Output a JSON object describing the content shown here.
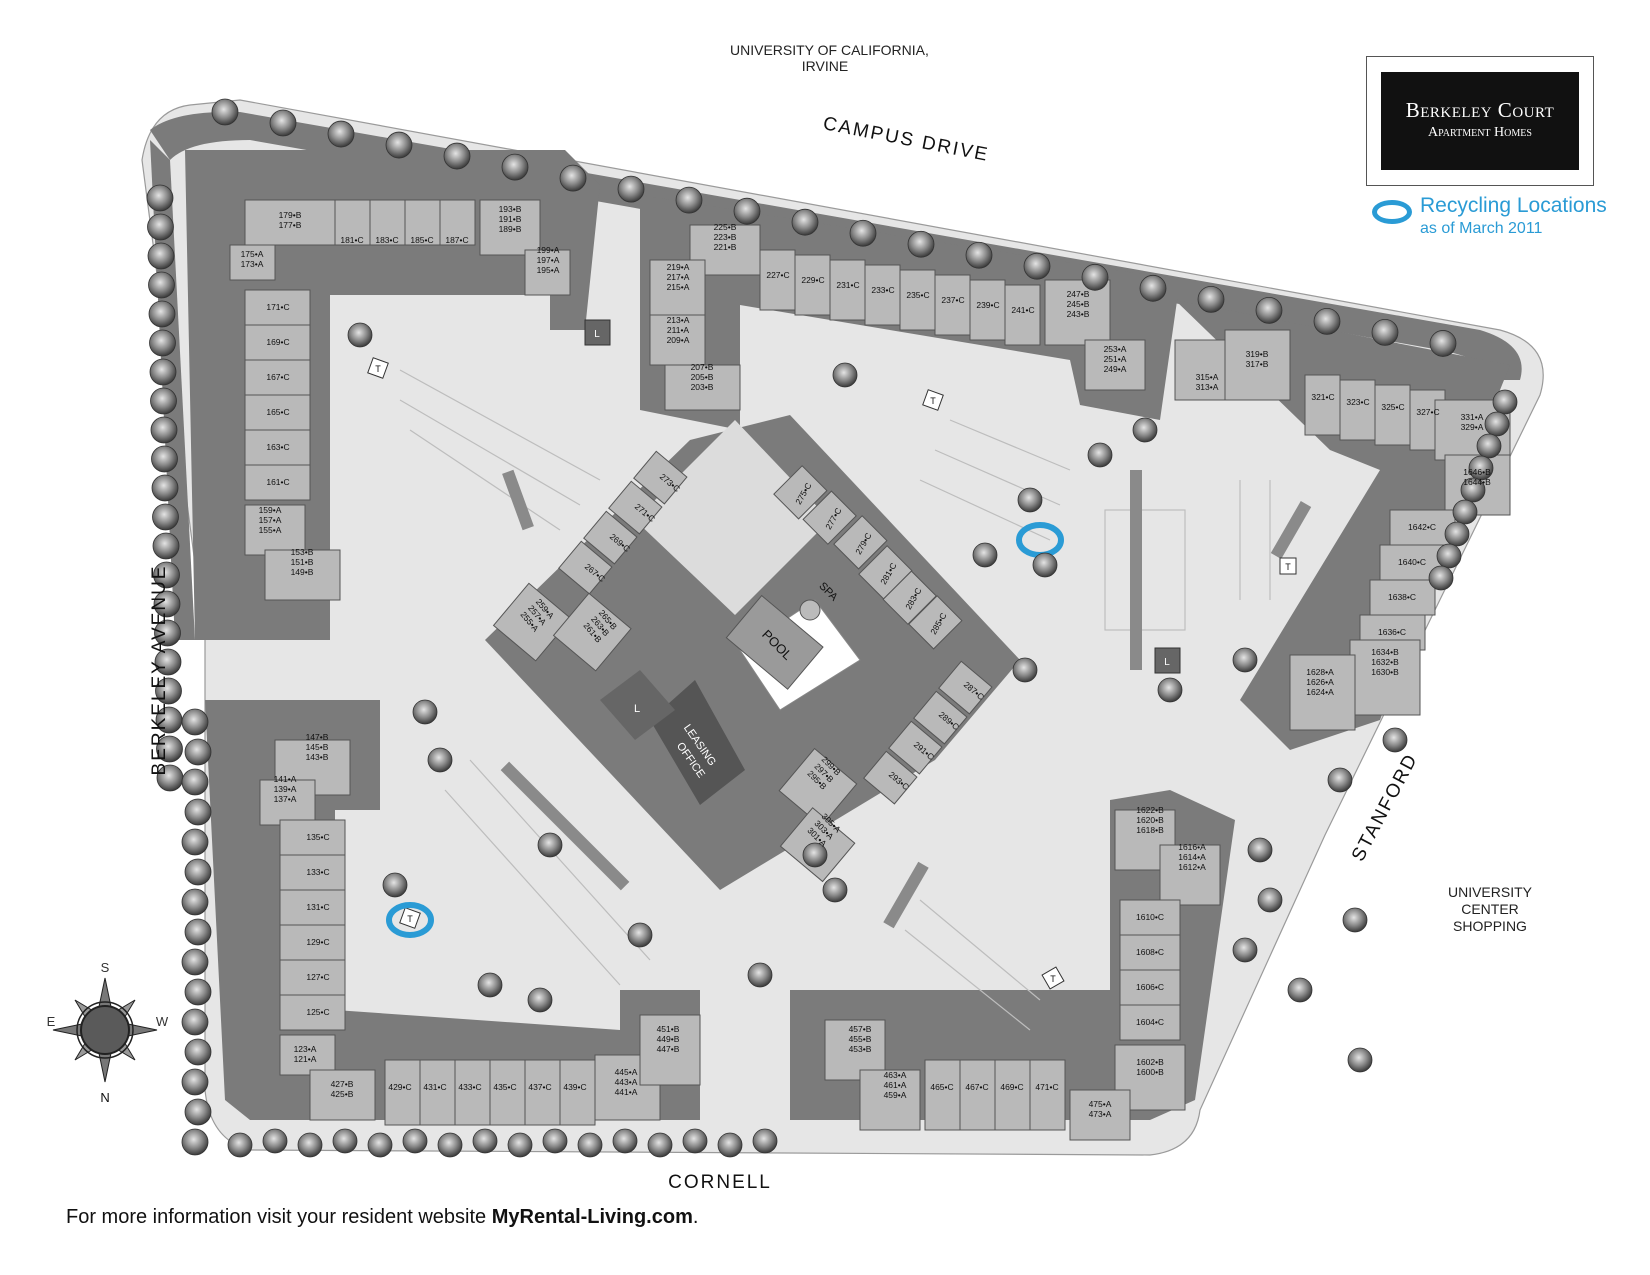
{
  "labels": {
    "university": "UNIVERSITY   OF CALIFORNIA,",
    "university_line2": "IRVINE",
    "campus_drive": "CAMPUS DRIVE",
    "berkeley_avenue": "BERKELEY AVENUE",
    "stanford": "STANFORD",
    "cornell": "CORNELL",
    "shopping_line1": "UNIVERSITY",
    "shopping_line2": "CENTER",
    "shopping_line3": "SHOPPING",
    "pool": "POOL",
    "spa": "SPA",
    "leasing_line1": "LEASING",
    "leasing_line2": "OFFICE",
    "laundry": "L",
    "trash": "T"
  },
  "logo": {
    "title": "Berkeley Court",
    "subtitle": "Apartment Homes"
  },
  "legend": {
    "title": "Recycling Locations",
    "date": "as of March 2011",
    "ring_color": "#2a9bd5"
  },
  "compass": {
    "top": "S",
    "bottom": "N",
    "left": "E",
    "right": "W"
  },
  "footer": {
    "prefix": "For more information visit your resident website ",
    "site": "MyRental-Living.com",
    "suffix": "."
  },
  "units": {
    "b179": [
      "179•B",
      "177•B"
    ],
    "b175": [
      "175•A",
      "173•A"
    ],
    "b181": [
      "181•C"
    ],
    "b183": [
      "183•C"
    ],
    "b185": [
      "185•C"
    ],
    "b187": [
      "187•C"
    ],
    "b193": [
      "193•B",
      "191•B",
      "189•B"
    ],
    "b199": [
      "199•A",
      "197•A",
      "195•A"
    ],
    "b171": [
      "171•C"
    ],
    "b169": [
      "169•C"
    ],
    "b167": [
      "167•C"
    ],
    "b165": [
      "165•C"
    ],
    "b163": [
      "163•C"
    ],
    "b161": [
      "161•C"
    ],
    "b159": [
      "159•A",
      "157•A",
      "155•A"
    ],
    "b153": [
      "153•B",
      "151•B",
      "149•B"
    ],
    "b225": [
      "225•B",
      "223•B",
      "221•B"
    ],
    "b219": [
      "219•A",
      "217•A",
      "215•A"
    ],
    "b213": [
      "213•A",
      "211•A",
      "209•A"
    ],
    "b207": [
      "207•B",
      "205•B",
      "203•B"
    ],
    "b227": [
      "227•C"
    ],
    "b229": [
      "229•C"
    ],
    "b231": [
      "231•C"
    ],
    "b233": [
      "233•C"
    ],
    "b235": [
      "235•C"
    ],
    "b237": [
      "237•C"
    ],
    "b239": [
      "239•C"
    ],
    "b241": [
      "241•C"
    ],
    "b247": [
      "247•B",
      "245•B",
      "243•B"
    ],
    "b253": [
      "253•A",
      "251•A",
      "249•A"
    ],
    "b315": [
      "315•A",
      "313•A"
    ],
    "b319": [
      "319•B",
      "317•B"
    ],
    "b321": [
      "321•C"
    ],
    "b323": [
      "323•C"
    ],
    "b325": [
      "325•C"
    ],
    "b327": [
      "327•C"
    ],
    "b331": [
      "331•A",
      "329•A"
    ],
    "b1646": [
      "1646•B",
      "1644•B"
    ],
    "b1642": [
      "1642•C"
    ],
    "b1640": [
      "1640•C"
    ],
    "b1638": [
      "1638•C"
    ],
    "b1636": [
      "1636•C"
    ],
    "b1634": [
      "1634•B",
      "1632•B",
      "1630•B"
    ],
    "b1628": [
      "1628•A",
      "1626•A",
      "1624•A"
    ],
    "b273": [
      "273•C"
    ],
    "b271": [
      "271•C"
    ],
    "b269": [
      "269•C"
    ],
    "b267": [
      "267•C"
    ],
    "b259": [
      "259•A",
      "257•A",
      "255•A"
    ],
    "b265": [
      "265•B",
      "263•B",
      "261•B"
    ],
    "b275": [
      "275•C"
    ],
    "b277": [
      "277•C"
    ],
    "b279": [
      "279•C"
    ],
    "b281": [
      "281•C"
    ],
    "b283": [
      "283•C"
    ],
    "b285": [
      "285•C"
    ],
    "b287": [
      "287•C"
    ],
    "b289": [
      "289•C"
    ],
    "b291": [
      "291•C"
    ],
    "b293": [
      "293•C"
    ],
    "b299": [
      "299•B",
      "297•B",
      "295•B"
    ],
    "b305": [
      "305•A",
      "303•A",
      "301•A"
    ],
    "b147": [
      "147•B",
      "145•B",
      "143•B"
    ],
    "b141": [
      "141•A",
      "139•A",
      "137•A"
    ],
    "b135": [
      "135•C"
    ],
    "b133": [
      "133•C"
    ],
    "b131": [
      "131•C"
    ],
    "b129": [
      "129•C"
    ],
    "b127": [
      "127•C"
    ],
    "b125": [
      "125•C"
    ],
    "b123": [
      "123•A",
      "121•A"
    ],
    "b427": [
      "427•B",
      "425•B"
    ],
    "b429": [
      "429•C"
    ],
    "b431": [
      "431•C"
    ],
    "b433": [
      "433•C"
    ],
    "b435": [
      "435•C"
    ],
    "b437": [
      "437•C"
    ],
    "b439": [
      "439•C"
    ],
    "b445": [
      "445•A",
      "443•A",
      "441•A"
    ],
    "b451": [
      "451•B",
      "449•B",
      "447•B"
    ],
    "b1622": [
      "1622•B",
      "1620•B",
      "1618•B"
    ],
    "b1616": [
      "1616•A",
      "1614•A",
      "1612•A"
    ],
    "b1610": [
      "1610•C"
    ],
    "b1608": [
      "1608•C"
    ],
    "b1606": [
      "1606•C"
    ],
    "b1604": [
      "1604•C"
    ],
    "b1602": [
      "1602•B",
      "1600•B"
    ],
    "b475": [
      "475•A",
      "473•A"
    ],
    "b457": [
      "457•B",
      "455•B",
      "453•B"
    ],
    "b463": [
      "463•A",
      "461•A",
      "459•A"
    ],
    "b465": [
      "465•C"
    ],
    "b467": [
      "467•C"
    ],
    "b469": [
      "469•C"
    ],
    "b471": [
      "471•C"
    ]
  }
}
